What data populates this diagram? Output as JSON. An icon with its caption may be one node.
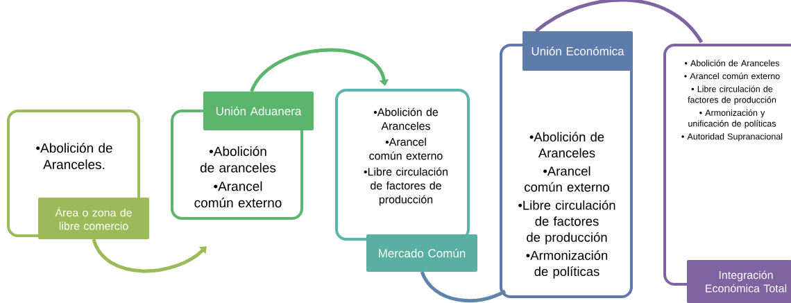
{
  "diagram": {
    "nodes": [
      {
        "text": [
          "•Abolición de Aranceles.",
          "Área o zona de libre comercio"
        ]
      },
      {
        "text": [
          "Unión Aduanera",
          "•Abolición de aranceles",
          "•Arancel común externo"
        ]
      },
      {
        "text": [
          "•Abolición de Aranceles",
          "•Arancel común externo",
          "•Libre circulación de factores de producción",
          "Mercado Común"
        ]
      },
      {
        "text": [
          "Unión Económica",
          "•Abolición de Aranceles",
          "•Arancel común externo",
          "•Libre circulación de factores de producción",
          "•Armonización de políticas"
        ]
      },
      {
        "text": [
          "• Abolición de Aranceles",
          "• Arancel común externo",
          "• Libre circulación de factores de producción",
          "• Armonización y unificación de políticas",
          "• Autoridad Supranacional",
          "Integración Económica Total"
        ]
      }
    ],
    "edges": [
      {
        "from": 0,
        "to": 1,
        "arrow": "to",
        "color": "#9bbb59"
      },
      {
        "from": 1,
        "to": 2,
        "arrow": "to",
        "color": "#5bb56d"
      },
      {
        "from": 2,
        "to": 3,
        "arrow": "none",
        "color": "#5f86aa"
      },
      {
        "from": 3,
        "to": 4,
        "arrow": "none",
        "color": "#8064a2"
      }
    ]
  }
}
